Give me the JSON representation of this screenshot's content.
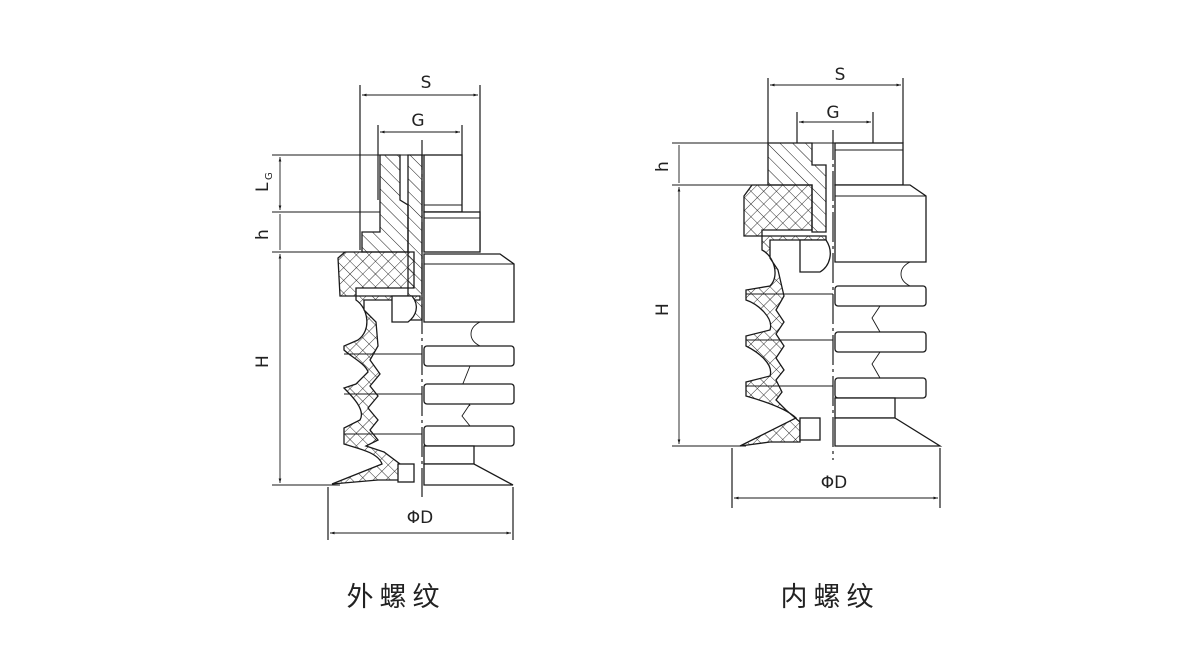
{
  "diagram": {
    "subject": "vacuum suction cup, bellows type",
    "left_view": {
      "caption": "外螺纹",
      "dimensions": {
        "S": "S",
        "G": "G",
        "Lg": "L",
        "Lg_sub": "G",
        "h": "h",
        "H": "H",
        "D": "ΦD"
      }
    },
    "right_view": {
      "caption": "内螺纹",
      "dimensions": {
        "S": "S",
        "G": "G",
        "h": "h",
        "H": "H",
        "D": "ΦD"
      }
    },
    "colors": {
      "line": "#1a1a1a",
      "background": "#ffffff"
    }
  }
}
